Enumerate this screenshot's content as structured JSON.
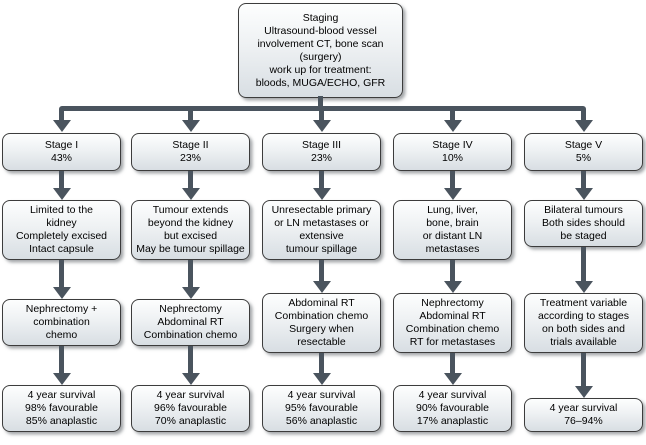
{
  "diagram": {
    "workup_text": "Staging\nUltrasound-blood vessel\ninvolvement CT, bone scan\n(surgery)\nwork up for treatment:\nbloods, MUGA/ECHO, GFR",
    "connector_color": "#4a545e",
    "box_border_color": "#3c3c3c",
    "box_fill_top": "#fdfefe",
    "box_fill_bottom": "#d8dee3"
  },
  "columns": [
    {
      "stage_name": "Stage I",
      "stage_percent": "43%",
      "description": "Limited to the\nkidney\nCompletely excised\nIntact capsule",
      "treatment": "Nephrectomy +\ncombination\nchemo",
      "survival": "4 year survival\n98% favourable\n85% anaplastic"
    },
    {
      "stage_name": "Stage II",
      "stage_percent": "23%",
      "description": "Tumour extends\nbeyond the kidney\nbut excised\nMay be tumour spillage",
      "treatment": "Nephrectomy\nAbdominal RT\nCombination chemo",
      "survival": "4 year survival\n96% favourable\n70% anaplastic"
    },
    {
      "stage_name": "Stage III",
      "stage_percent": "23%",
      "description": "Unresectable primary\nor LN metastases or\nextensive\ntumour spillage",
      "treatment": "Abdominal RT\nCombination chemo\nSurgery when resectable",
      "survival": "4 year survival\n95% favourable\n56% anaplastic"
    },
    {
      "stage_name": "Stage IV",
      "stage_percent": "10%",
      "description": "Lung, liver,\nbone, brain\nor distant LN\nmetastases",
      "treatment": "Nephrectomy\nAbdominal RT\nCombination chemo\nRT for metastases",
      "survival": "4 year survival\n90% favourable\n17% anaplastic"
    },
    {
      "stage_name": "Stage V",
      "stage_percent": "5%",
      "description": "Bilateral tumours\nBoth sides should\nbe staged",
      "treatment": "Treatment variable\naccording to stages\non both sides and\ntrials available",
      "survival": "4 year survival\n76–94%"
    }
  ]
}
